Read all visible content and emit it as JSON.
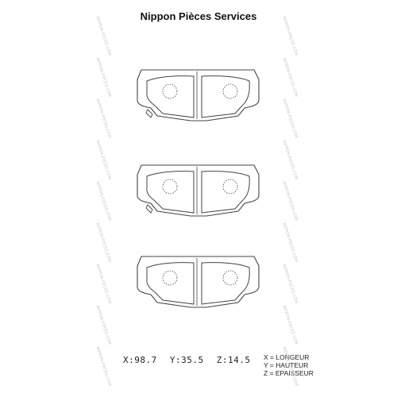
{
  "title": "Nippon Pièces Services",
  "watermark": "NIPPON-PIECES.COM",
  "dimensions": {
    "x": "X:98.7",
    "y": "Y:35.5",
    "z": "Z:14.5"
  },
  "legend": [
    "X = LONGEUR",
    "Y = HAUTEUR",
    "Z = EPAISSEUR"
  ],
  "pads": 3,
  "colors": {
    "line": "#444444",
    "watermark": "#c8c8c8"
  }
}
